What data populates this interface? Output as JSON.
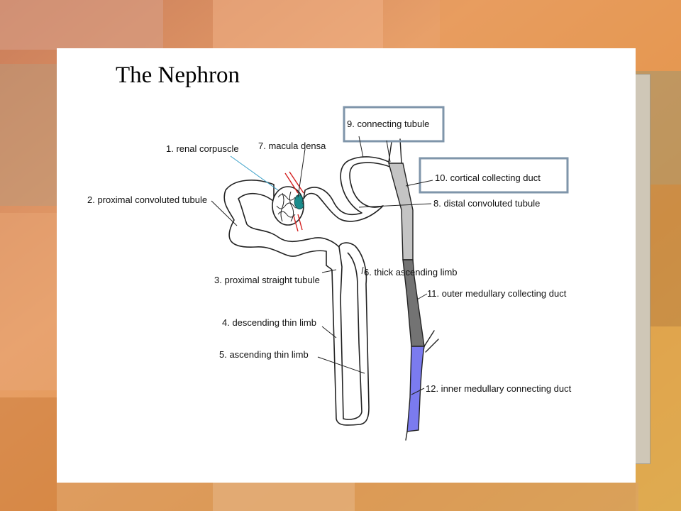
{
  "slide": {
    "title": "The Nephron"
  },
  "labels": {
    "renal_corpuscle": "1. renal corpuscle",
    "proximal_convoluted": "2. proximal convoluted tubule",
    "proximal_straight": "3. proximal straight tubule",
    "descending_thin": "4. descending thin limb",
    "ascending_thin": "5. ascending thin limb",
    "thick_ascending": "6. thick ascending limb",
    "macula_densa": "7. macula densa",
    "distal_convoluted": "8. distal convoluted tubule",
    "connecting_tubule": "9. connecting tubule",
    "cortical_collecting": "10. cortical collecting duct",
    "outer_medullary": "11. outer medullary collecting duct",
    "inner_medullary": "12. inner medullary connecting duct"
  },
  "colors": {
    "highlight_box": "#7f95aa",
    "cortical_duct": "#c4c4c4",
    "outer_medullary_duct": "#737373",
    "inner_medullary_duct": "#7b7bef",
    "macula_densa": "#1a8c8c",
    "afferent_vessels": "#d42020"
  }
}
